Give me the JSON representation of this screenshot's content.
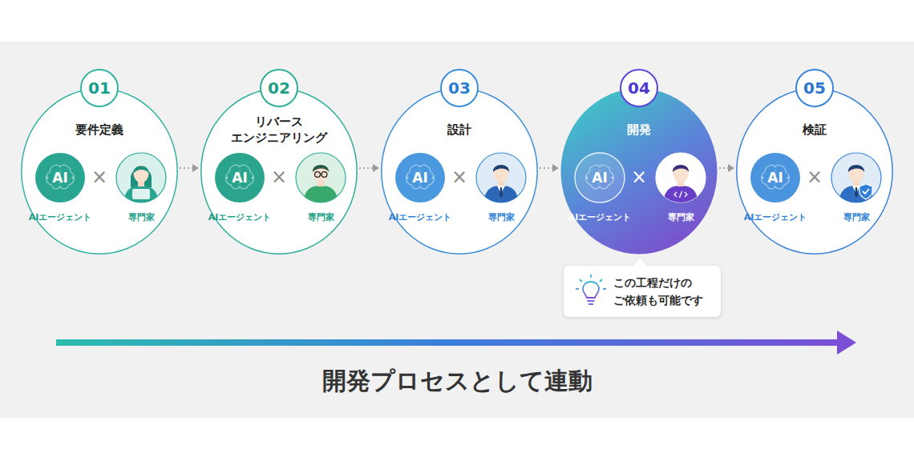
{
  "diagram": {
    "caption": "開発プロセスとして連動",
    "nodes": [
      {
        "text": [
          "要件定義"
        ]
      },
      {
        "text": [
          "01"
        ],
        "in": 0
      },
      {
        "text": [
          "AI",
          "AIエージェント"
        ],
        "in": 0
      },
      {
        "text": [
          "専門家"
        ],
        "in": 0
      },
      {
        "text": [
          "リバース エンジニアリング"
        ]
      },
      {
        "text": [
          "02"
        ],
        "in": 4
      },
      {
        "text": [
          "AI",
          "AIエージェント"
        ],
        "in": 4
      },
      {
        "text": [
          "専門家"
        ],
        "in": 4
      },
      {
        "text": [
          "設計"
        ]
      },
      {
        "text": [
          "03"
        ],
        "in": 8
      },
      {
        "text": [
          "AI",
          "AIエージェント"
        ],
        "in": 8
      },
      {
        "text": [
          "専門家"
        ],
        "in": 8
      },
      {
        "text": [
          "開発"
        ]
      },
      {
        "text": [
          "04"
        ],
        "in": 12
      },
      {
        "text": [
          "AI",
          "AIエージェント"
        ],
        "in": 12
      },
      {
        "text": [
          "専門家"
        ],
        "in": 12
      },
      {
        "text": [
          "検証"
        ]
      },
      {
        "text": [
          "05"
        ],
        "in": 16
      },
      {
        "text": [
          "AI",
          "AIエージェント"
        ],
        "in": 16
      },
      {
        "text": [
          "専門家"
        ],
        "in": 16
      },
      {
        "text": [
          "この工程だけの ご依頼も可能です"
        ]
      }
    ],
    "edges": [
      {
        "from": 0,
        "to": 4,
        "arrow": "to"
      },
      {
        "from": 4,
        "to": 8,
        "arrow": "to"
      },
      {
        "from": 8,
        "to": 12,
        "arrow": "to"
      },
      {
        "from": 12,
        "to": 16,
        "arrow": "to"
      }
    ],
    "labels": [
      "×",
      "×",
      "×",
      "×",
      "×"
    ]
  }
}
